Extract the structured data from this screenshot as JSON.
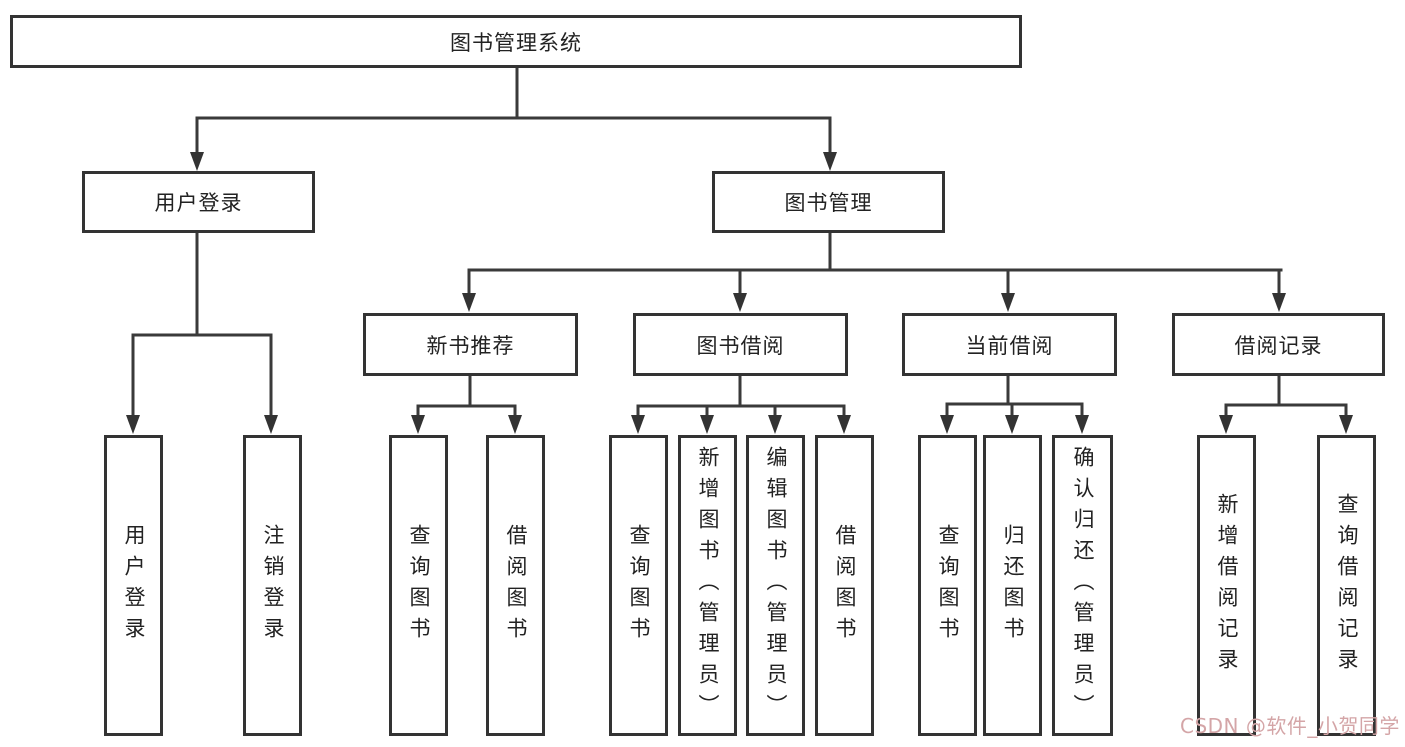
{
  "diagram": {
    "title": "图书管理系统",
    "user_login": {
      "label": "用户登录",
      "children": [
        {
          "label": "用户登录"
        },
        {
          "label": "注销登录"
        }
      ]
    },
    "book_mgmt": {
      "label": "图书管理",
      "groups": [
        {
          "label": "新书推荐",
          "children": [
            {
              "label": "查询图书"
            },
            {
              "label": "借阅图书"
            }
          ]
        },
        {
          "label": "图书借阅",
          "children": [
            {
              "label": "查询图书"
            },
            {
              "label": "新增图书（管理员）"
            },
            {
              "label": "编辑图书（管理员）"
            },
            {
              "label": "借阅图书"
            }
          ]
        },
        {
          "label": "当前借阅",
          "children": [
            {
              "label": "查询图书"
            },
            {
              "label": "归还图书"
            },
            {
              "label": "确认归还（管理员）"
            }
          ]
        },
        {
          "label": "借阅记录",
          "children": [
            {
              "label": "新增借阅记录"
            },
            {
              "label": "查询借阅记录"
            }
          ]
        }
      ]
    },
    "colors": {
      "line": "#3a3a3a",
      "border": "#333333",
      "text": "#222222",
      "watermark": "#d4a5a7"
    },
    "watermark": {
      "text": "CSDN @软件_小贺同学"
    }
  }
}
